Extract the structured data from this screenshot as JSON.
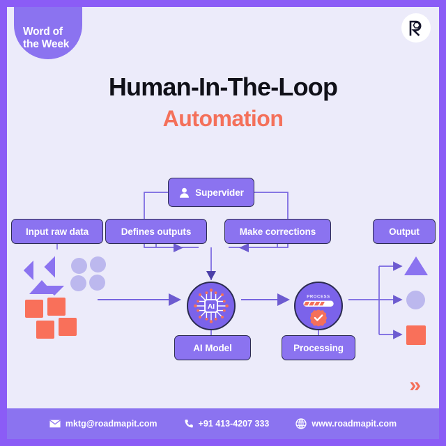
{
  "poster": {
    "badge_label": "Word of\nthe Week",
    "logo_letter": "R",
    "title_main": "Human-In-The-Loop",
    "title_sub": "Automation",
    "chevron": "»"
  },
  "colors": {
    "frame_purple": "#8b5cf6",
    "canvas_bg": "#ecebfa",
    "box_purple": "#8b73f0",
    "node_purple": "#7b63ea",
    "accent_coral": "#f4705a",
    "outline_navy": "#2b2b50",
    "light_circle": "#bcb8ee",
    "text_dark": "#101018",
    "white": "#ffffff"
  },
  "diagram": {
    "boxes": [
      {
        "id": "supervisor",
        "label": "Supervider",
        "icon": "user-icon"
      },
      {
        "id": "input",
        "label": "Input raw data",
        "icon": null
      },
      {
        "id": "defines",
        "label": "Defines outputs",
        "icon": null
      },
      {
        "id": "corrections",
        "label": "Make corrections",
        "icon": null
      },
      {
        "id": "output",
        "label": "Output",
        "icon": null
      },
      {
        "id": "aimodel",
        "label": "AI Model",
        "icon": null
      },
      {
        "id": "processing",
        "label": "Processing",
        "icon": null
      }
    ],
    "nodes": [
      {
        "id": "ai-node",
        "icon": "ai-chip-icon",
        "chip_text": "AI"
      },
      {
        "id": "processing-node",
        "icon": "progress-icon",
        "caption": "PROCESS",
        "check": "check-badge-icon"
      }
    ],
    "output_shapes": [
      {
        "name": "triangle-output",
        "color": "#8b73f0"
      },
      {
        "name": "circle-output",
        "color": "#bcb8ee"
      },
      {
        "name": "square-output",
        "color": "#f9705a"
      }
    ],
    "input_shapes": {
      "triangles": 4,
      "circles": 4,
      "squares": 4
    }
  },
  "footer": {
    "items": [
      {
        "icon": "envelope-icon",
        "label": "mktg@roadmapit.com"
      },
      {
        "icon": "phone-icon",
        "label": "+91 413-4207 333"
      },
      {
        "icon": "globe-icon",
        "label": "www.roadmapit.com"
      }
    ]
  }
}
